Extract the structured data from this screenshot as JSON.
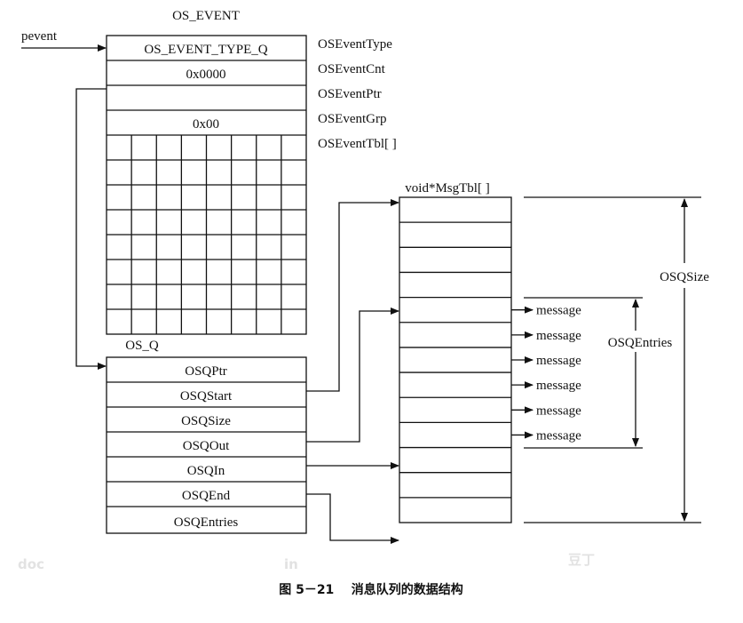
{
  "watermark": {
    "left": "doc",
    "middle": "in",
    "right": "豆丁"
  },
  "os_event": {
    "title": "OS_EVENT",
    "pointer_label": "pevent",
    "type_value": "OS_EVENT_TYPE_Q",
    "cnt_value": "0x0000",
    "ptr_value": "",
    "grp_value": "0x00",
    "field_labels": [
      "OSEventType",
      "OSEventCnt",
      "OSEventPtr",
      "OSEventGrp",
      "OSEventTbl[ ]"
    ]
  },
  "os_q": {
    "title": "OS_Q",
    "fields": [
      "OSQPtr",
      "OSQStart",
      "OSQSize",
      "OSQOut",
      "OSQIn",
      "OSQEnd",
      "OSQEntries"
    ]
  },
  "msg_tbl": {
    "title": "void*MsgTbl[ ]",
    "messages": [
      "message",
      "message",
      "message",
      "message",
      "message",
      "message"
    ],
    "size_label": "OSQSize",
    "entries_label": "OSQEntries"
  },
  "caption": "图 5－21    消息队列的数据结构"
}
